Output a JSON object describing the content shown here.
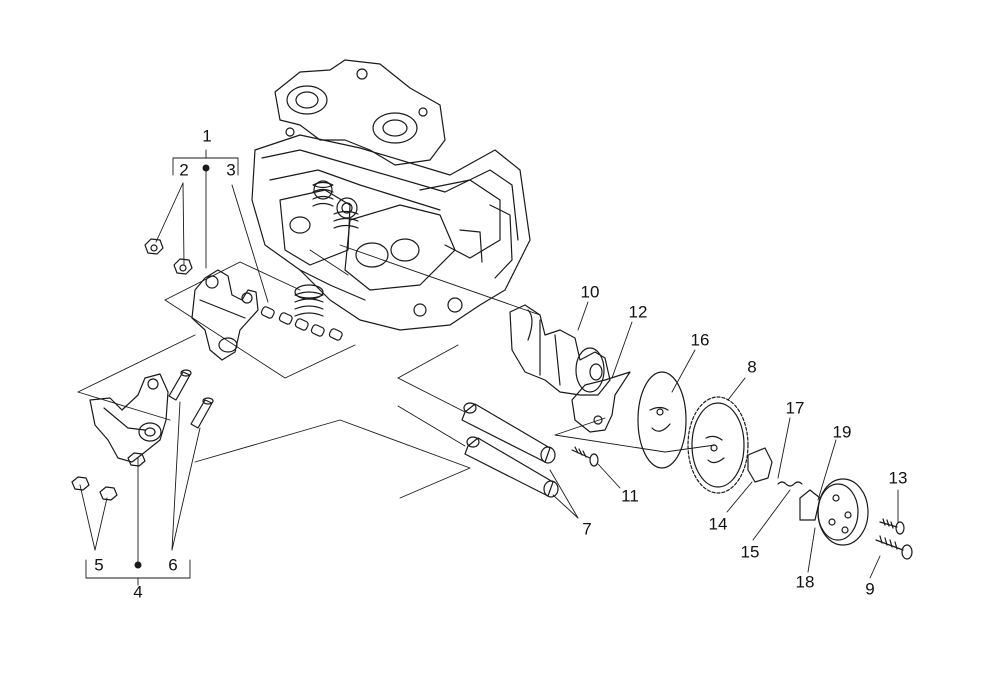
{
  "diagram": {
    "callouts": {
      "c1": "1",
      "c2": "2",
      "c3": "3",
      "c4": "4",
      "c5": "5",
      "c6": "6",
      "c7": "7",
      "c8": "8",
      "c9": "9",
      "c10": "10",
      "c11": "11",
      "c12": "12",
      "c13": "13",
      "c14": "14",
      "c15": "15",
      "c16": "16",
      "c17": "17",
      "c18": "18",
      "c19": "19"
    },
    "colors": {
      "ink": "#1a1a1a",
      "background": "#ffffff"
    }
  }
}
